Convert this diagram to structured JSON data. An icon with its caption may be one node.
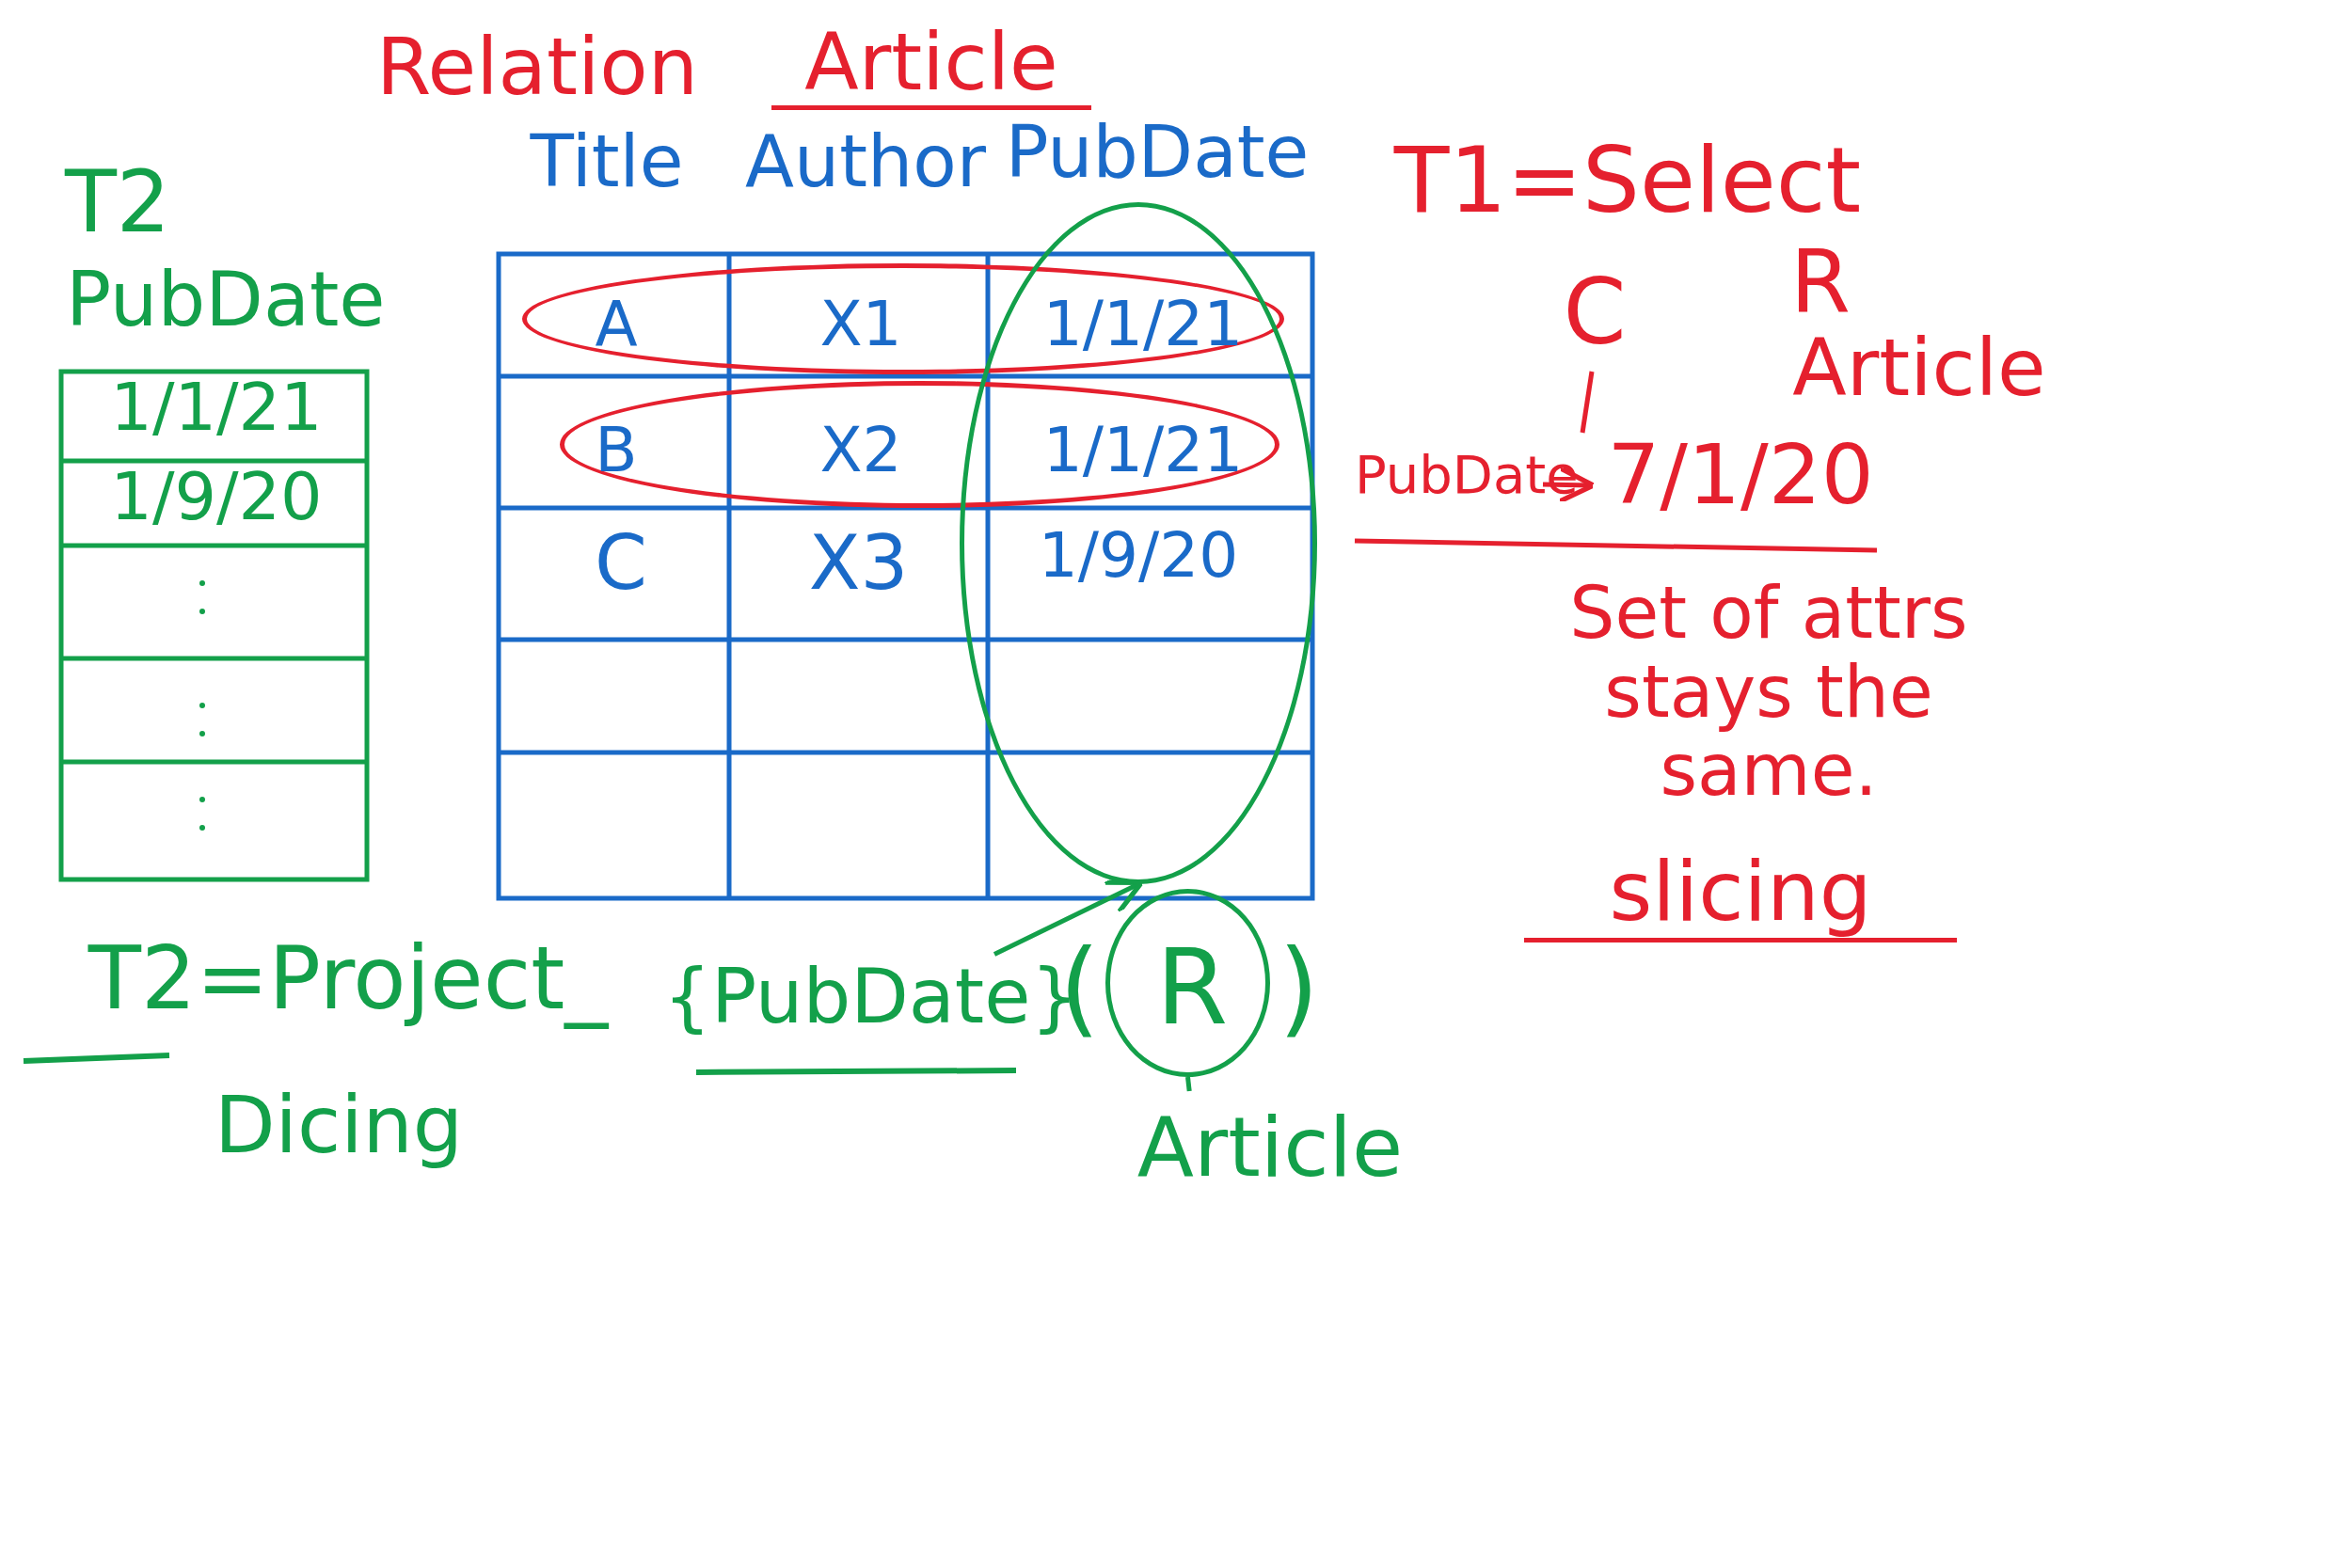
{
  "diagram": {
    "nodes": [
      {
        "text": [
          "A",
          "X1",
          "1/1/21"
        ]
      },
      {
        "text": [
          "B",
          "X2",
          "1/1/21"
        ]
      },
      {
        "text": [],
        "shape": "circle"
      },
      {
        "text": [
          "{PubDate}"
        ]
      },
      {
        "text": [
          "R"
        ]
      },
      {
        "text": [
          "Article"
        ]
      },
      {
        "text": [
          "PubDate"
        ]
      },
      {
        "text": [
          "7/1/20"
        ]
      }
    ],
    "edges": [
      {
        "from": 3,
        "to": 2,
        "arrow": "to"
      },
      {
        "from": 4,
        "to": 5,
        "arrow": "none"
      },
      {
        "from": 6,
        "to": 7,
        "arrow": "to",
        "color": "#e5202e"
      }
    ],
    "labels": [
      "Relation",
      "Article",
      "Title",
      "Author",
      "PubDate",
      "C",
      "X3",
      "1/9/20",
      "T2",
      "PubDate",
      "1/1/21",
      "1/9/20",
      "T1=Select",
      "C",
      "R",
      "Article",
      "Set of attrs stays the same.",
      "slicing",
      "T2=Project_",
      "(",
      ")",
      "Dicing"
    ]
  }
}
